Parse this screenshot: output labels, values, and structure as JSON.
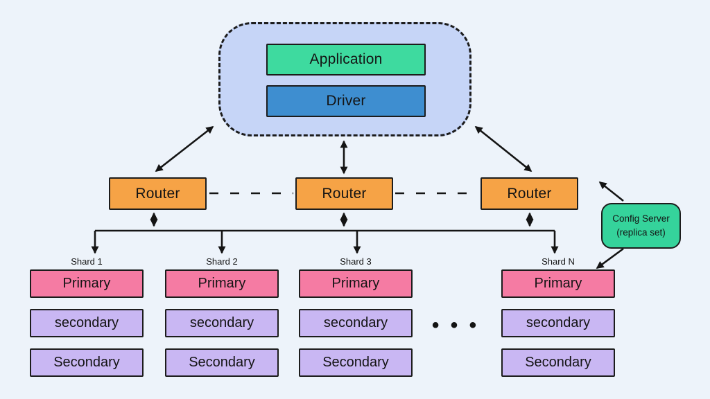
{
  "colors": {
    "background": "#edf3fa",
    "cluster_fill": "#c6d5f7",
    "application_fill": "#3eda9f",
    "driver_fill": "#3e8ed0",
    "router_fill": "#f6a346",
    "primary_fill": "#f57ba3",
    "secondary_fill": "#c9b7f3",
    "config_fill": "#35d39b",
    "line": "#141414"
  },
  "app_cluster": {
    "application_label": "Application",
    "driver_label": "Driver"
  },
  "routers": {
    "items": [
      {
        "label": "Router"
      },
      {
        "label": "Router"
      },
      {
        "label": "Router"
      }
    ]
  },
  "config_server": {
    "line1": "Config Server",
    "line2": "(replica set)"
  },
  "shards": {
    "items": [
      {
        "label": "Shard 1",
        "rows": [
          "Primary",
          "secondary",
          "Secondary"
        ]
      },
      {
        "label": "Shard 2",
        "rows": [
          "Primary",
          "secondary",
          "Secondary"
        ]
      },
      {
        "label": "Shard 3",
        "rows": [
          "Primary",
          "secondary",
          "Secondary"
        ]
      },
      {
        "label": "Shard N",
        "rows": [
          "Primary",
          "secondary",
          "Secondary"
        ]
      }
    ],
    "ellipsis": "• • •"
  }
}
